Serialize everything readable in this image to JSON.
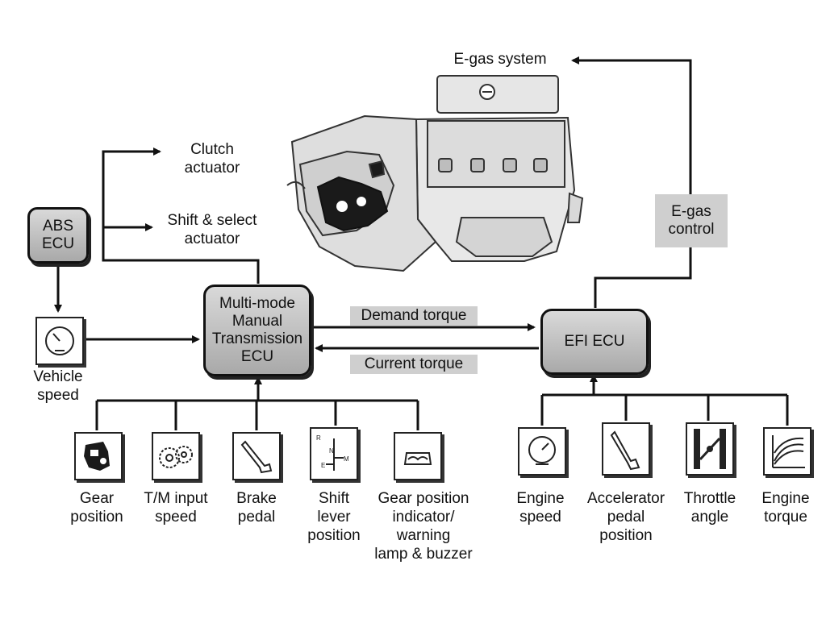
{
  "egas_system_label": "E-gas system",
  "clutch_actuator_label": "Clutch\nactuator",
  "shift_select_label": "Shift & select\nactuator",
  "abs_ecu_label": "ABS\nECU",
  "mmt_ecu_label": "Multi-mode\nManual\nTransmission\nECU",
  "efi_ecu_label": "EFI ECU",
  "egas_control_label": "E-gas\ncontrol",
  "demand_torque_label": "Demand torque",
  "current_torque_label": "Current torque",
  "vehicle_speed_label": "Vehicle\nspeed",
  "mmt_inputs": [
    {
      "label": "Gear\nposition",
      "icon": "gear-position-icon"
    },
    {
      "label": "T/M input\nspeed",
      "icon": "gears-icon"
    },
    {
      "label": "Brake\npedal",
      "icon": "brake-pedal-icon"
    },
    {
      "label": "Shift\nlever\nposition",
      "icon": "shift-pattern-icon"
    },
    {
      "label": "Gear position\nindicator/\nwarning\nlamp & buzzer",
      "icon": "indicator-lamp-icon"
    }
  ],
  "efi_inputs": [
    {
      "label": "Engine\nspeed",
      "icon": "speedometer-icon"
    },
    {
      "label": "Accelerator\npedal\nposition",
      "icon": "accelerator-pedal-icon"
    },
    {
      "label": "Throttle\nangle",
      "icon": "throttle-valve-icon"
    },
    {
      "label": "Engine\ntorque",
      "icon": "torque-curve-icon"
    }
  ]
}
